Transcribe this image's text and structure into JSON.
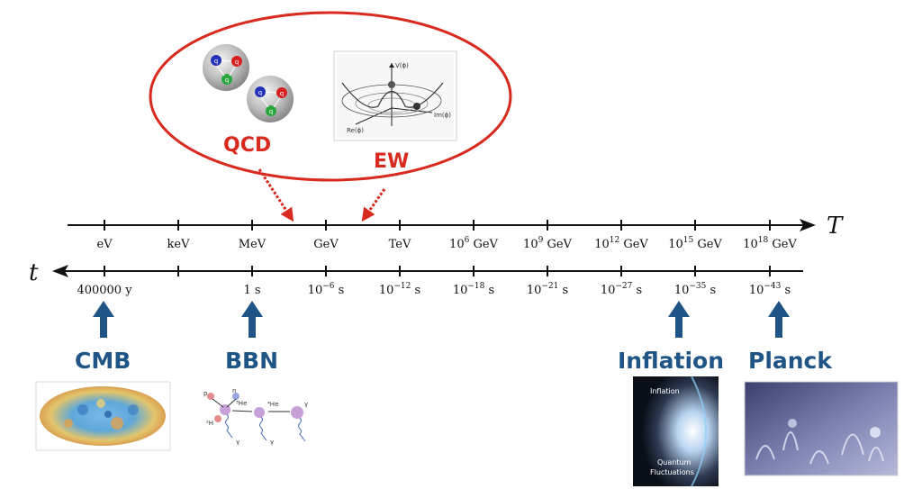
{
  "axes": {
    "temperature_label": "T",
    "time_label": "t",
    "temperature_ticks": [
      {
        "base": "eV"
      },
      {
        "base": "keV"
      },
      {
        "base": "MeV"
      },
      {
        "base": "GeV"
      },
      {
        "base": "TeV"
      },
      {
        "base": "10",
        "exp": "6",
        "unit": " GeV"
      },
      {
        "base": "10",
        "exp": "9",
        "unit": " GeV"
      },
      {
        "base": "10",
        "exp": "12",
        "unit": " GeV"
      },
      {
        "base": "10",
        "exp": "15",
        "unit": " GeV"
      },
      {
        "base": "10",
        "exp": "18",
        "unit": " GeV"
      }
    ],
    "time_ticks": [
      {
        "base": "400000 y"
      },
      {
        "base": ""
      },
      {
        "base": "1 s"
      },
      {
        "base": "10",
        "exp": "−6",
        "unit": " s"
      },
      {
        "base": "10",
        "exp": "−12",
        "unit": " s"
      },
      {
        "base": "10",
        "exp": "−18",
        "unit": " s"
      },
      {
        "base": "10",
        "exp": "−21",
        "unit": " s"
      },
      {
        "base": "10",
        "exp": "−27",
        "unit": " s"
      },
      {
        "base": "10",
        "exp": "−35",
        "unit": " s"
      },
      {
        "base": "10",
        "exp": "−43",
        "unit": " s"
      }
    ]
  },
  "theories": {
    "qcd_label": "QCD",
    "ew_label": "EW",
    "potential_y_label": "V(ϕ)",
    "potential_x_label": "Re(ϕ)",
    "potential_z_label": "Im(ϕ)",
    "quark_letter": "q",
    "color": "#d92a1f"
  },
  "epochs": {
    "cmb": "CMB",
    "bbn": "BBN",
    "inflation": "Inflation",
    "planck": "Planck",
    "color": "#1f5586"
  },
  "thumbnails": {
    "inflation_caption": "Inflation",
    "fluctuations_caption_1": "Quantum",
    "fluctuations_caption_2": "Fluctuations",
    "bbn_labels": [
      "p",
      "n",
      "²H",
      "³He",
      "⁴He",
      "γ",
      "γ",
      "γ"
    ]
  }
}
